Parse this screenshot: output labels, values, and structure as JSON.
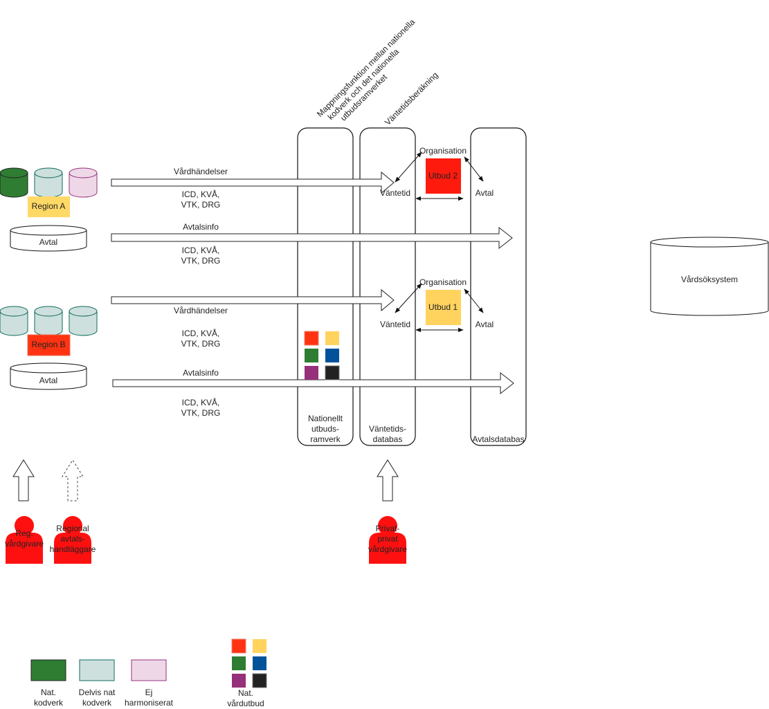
{
  "annotations": {
    "mapping_lines": [
      "Mappningsfunktion mellan nationella",
      "kodverk och det nationella",
      "utbudsramverket"
    ],
    "wait_calc": "Väntetidsberäkning"
  },
  "region_a": {
    "label": "Region A",
    "label_color": "#ffd966",
    "cylinders": [
      {
        "kind": "nat",
        "fill": "#2e7d32",
        "stroke": "#222222"
      },
      {
        "kind": "partial",
        "fill": "#cde0de",
        "stroke": "#0f6b5c"
      },
      {
        "kind": "none",
        "fill": "#eed8e8",
        "stroke": "#96307a"
      }
    ],
    "avtal": "Avtal",
    "flow1_label": "Vårdhändelser",
    "flow1_codes": [
      "ICD, KVÅ,",
      "VTK, DRG"
    ],
    "flow2_label": "Avtalsinfo",
    "flow2_codes": [
      "ICD, KVÅ,",
      "VTK, DRG"
    ]
  },
  "region_b": {
    "label": "Region B",
    "label_color": "#ff3311",
    "cylinders": [
      {
        "kind": "partial",
        "fill": "#cde0de",
        "stroke": "#0f6b5c"
      },
      {
        "kind": "partial",
        "fill": "#cde0de",
        "stroke": "#0f6b5c"
      },
      {
        "kind": "partial",
        "fill": "#cde0de",
        "stroke": "#0f6b5c"
      }
    ],
    "avtal": "Avtal",
    "flow1_label": "Vårdhändelser",
    "flow1_codes": [
      "ICD, KVÅ,",
      "VTK, DRG"
    ],
    "flow2_label": "Avtalsinfo",
    "flow2_codes": [
      "ICD, KVÅ,",
      "VTK, DRG"
    ]
  },
  "columns": {
    "framework": [
      "Nationellt",
      "utbuds-",
      "ramverk"
    ],
    "wait_db": [
      "Väntetids-",
      "databas"
    ],
    "agreement_db": "Avtalsdatabas"
  },
  "offers": [
    {
      "label": "Utbud 2",
      "fill": "#ff1a0e",
      "organisation": "Organisation",
      "wait": "Väntetid",
      "agreement": "Avtal"
    },
    {
      "label": "Utbud 1",
      "fill": "#ffd35e",
      "organisation": "Organisation",
      "wait": "Väntetid",
      "agreement": "Avtal"
    }
  ],
  "palette": [
    "#ff3311",
    "#ffd35e",
    "#2e7d32",
    "#00529b",
    "#96307a",
    "#222222"
  ],
  "search_system": "Vårdsöksystem",
  "actors": [
    {
      "label": [
        "Reg.",
        "vårdgivare"
      ],
      "arrow": "solid"
    },
    {
      "label": [
        "Regional",
        "avtals-",
        "handläggare"
      ],
      "arrow": "dashed"
    },
    {
      "label": [
        "Privat-",
        "privat",
        "vårdgivare"
      ],
      "arrow": "solid"
    }
  ],
  "actor_color": "#ff1010",
  "legend": [
    {
      "label": [
        "Nat.",
        "kodverk"
      ],
      "fill": "#2e7d32",
      "stroke": "#222222"
    },
    {
      "label": [
        "Delvis nat",
        "kodverk"
      ],
      "fill": "#cde0de",
      "stroke": "#0f6b5c"
    },
    {
      "label": [
        "Ej",
        "harmoniserat"
      ],
      "fill": "#eed8e8",
      "stroke": "#96307a"
    }
  ],
  "legend_palette_label": [
    "Nat.",
    "vårdutbud"
  ]
}
